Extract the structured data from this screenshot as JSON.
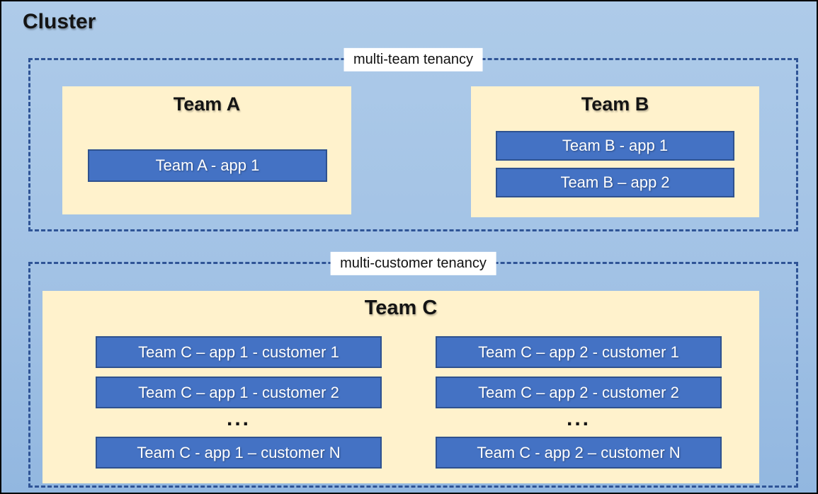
{
  "cluster": {
    "title": "Cluster"
  },
  "sections": [
    {
      "label": "multi-team tenancy",
      "teams": [
        {
          "name": "Team A",
          "apps": [
            "Team A - app 1"
          ]
        },
        {
          "name": "Team B",
          "apps": [
            "Team B - app 1",
            "Team B – app 2"
          ]
        }
      ]
    },
    {
      "label": "multi-customer tenancy",
      "teams": [
        {
          "name": "Team C",
          "columns": [
            {
              "apps": [
                "Team C – app 1 - customer 1",
                "Team C – app 1 - customer 2",
                "Team C - app 1 – customer N"
              ],
              "ellipsis": "..."
            },
            {
              "apps": [
                "Team C – app 2 - customer 1",
                "Team C – app 2 - customer 2",
                "Team C - app 2 – customer N"
              ],
              "ellipsis": "..."
            }
          ]
        }
      ]
    }
  ],
  "colors": {
    "background_top": "#AECBE9",
    "background_bottom": "#92B7E0",
    "outer_border": "#000000",
    "dashed_border": "#2F5496",
    "team_fill": "#FFF2CC",
    "app_fill": "#4472C4",
    "app_border": "#2F528F",
    "label_background": "#FFFFFF",
    "title_text": "#141414",
    "app_text": "#FFFFFF"
  }
}
